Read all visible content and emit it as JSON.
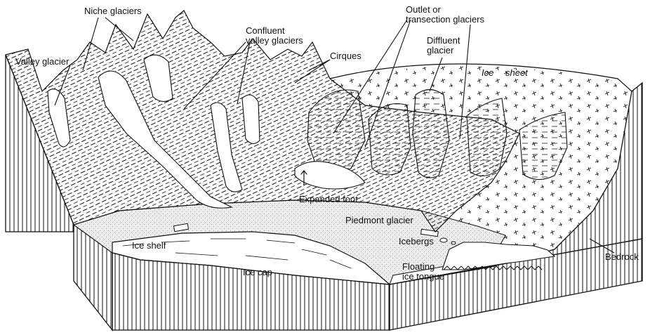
{
  "labels": {
    "niche_glaciers": "Niche glaciers",
    "confluent_line1": "Confluent",
    "confluent_line2": "valley glaciers",
    "outlet_line1": "Outlet  or",
    "outlet_line2": "transection  glaciers",
    "diffluent_line1": "Diffluent",
    "diffluent_line2": "glacier",
    "valley_glacier": "Valley  glacier",
    "cirques": "Cirques",
    "ice_sheet_1": "Ice",
    "ice_sheet_2": "sheet",
    "expanded_foot": "Expanded  foot",
    "piedmont_glacier": "Piedmont  glacier",
    "ice_shelf": "Ice  shelf",
    "icebergs": "Icebergs",
    "bedrock": "Bedrock",
    "ice_cap": "Ice  cap",
    "floating_line1": "Floating",
    "floating_line2": "ice tongue"
  },
  "colors": {
    "ink": "#111111",
    "paper": "#ffffff",
    "stipple": "#e9e9e9"
  }
}
